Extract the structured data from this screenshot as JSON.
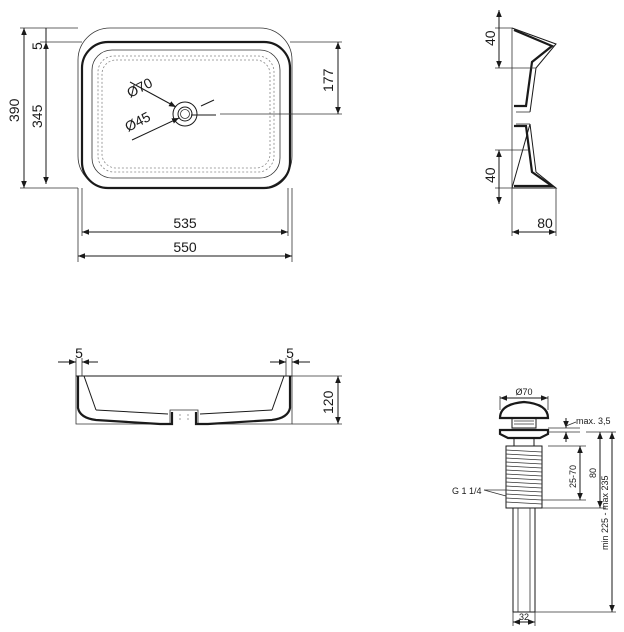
{
  "views": {
    "top": {
      "dims": {
        "rim": "5",
        "overall_depth": "390",
        "inner_depth": "345",
        "drain_offset": "177",
        "outer_drain_dia": "Ø70",
        "inner_drain_dia": "Ø45",
        "inner_width": "535",
        "overall_width": "550"
      }
    },
    "side": {
      "dims": {
        "top_wall": "40",
        "bottom_wall": "40",
        "depth": "80"
      }
    },
    "front": {
      "dims": {
        "left_rim": "5",
        "right_rim": "5",
        "height": "120"
      }
    },
    "drain": {
      "dims": {
        "cap_dia": "Ø70",
        "max_gap": "max. 3,5",
        "thread_range": "25-70",
        "body_height": "80",
        "total_range": "min 225 - max 235",
        "thread": "G 1 1/4",
        "pipe_dia": "32"
      }
    }
  }
}
